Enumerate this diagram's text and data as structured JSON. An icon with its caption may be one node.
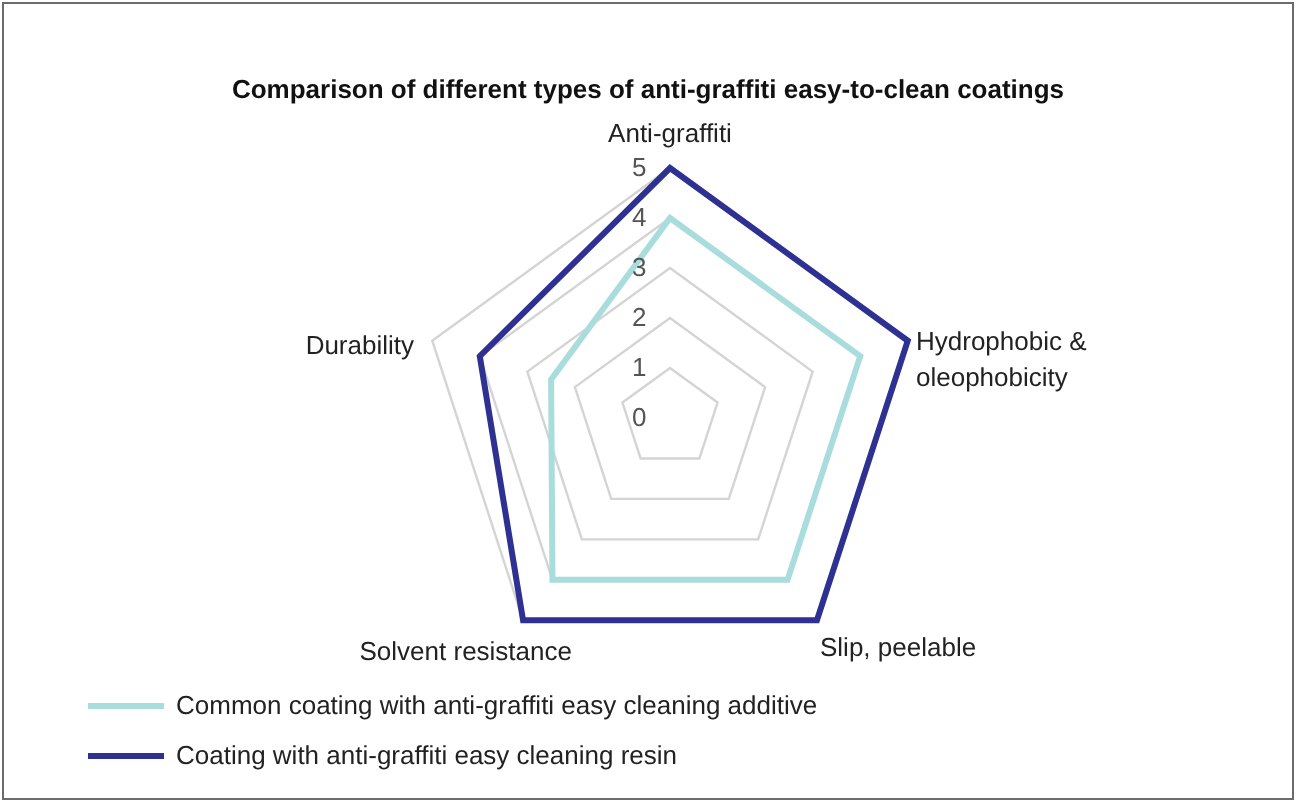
{
  "diagram": {
    "title": "Comparison of different types of anti-graffiti easy-to-clean coatings",
    "labels": [
      "Anti-graffiti",
      "5",
      "4",
      "3",
      "2",
      "Durability",
      "Hydrophobic & oleophobicity",
      "1",
      "0",
      "Solvent resistance",
      "Slip, peelable"
    ],
    "legend": [
      {
        "text": "Common coating with anti-graffiti easy cleaning additive"
      },
      {
        "text": "Coating with anti-graffiti easy cleaning resin"
      }
    ]
  }
}
